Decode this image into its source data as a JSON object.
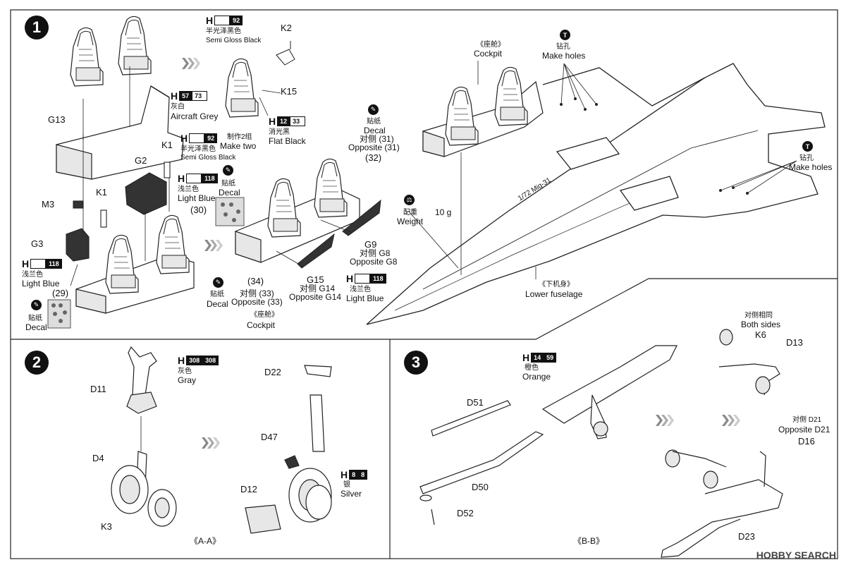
{
  "steps": {
    "one": "1",
    "two": "2",
    "three": "3"
  },
  "step1": {
    "paint_k2": {
      "code": "92",
      "zh": "半光泽黑色",
      "en": "Semi Gloss Black"
    },
    "part_k2": "K2",
    "paint_g13": {
      "code_a": "57",
      "code_b": "73",
      "zh": "灰白",
      "en": "Aircraft Grey"
    },
    "part_k15": "K15",
    "part_g13": "G13",
    "make_two_zh": "制作2组",
    "make_two_en": "Make two",
    "paint_k15": {
      "code_a": "12",
      "code_b": "33",
      "zh": "消光黑",
      "en": "Flat Black"
    },
    "paint_k1": {
      "code": "92",
      "zh": "半光泽黑色",
      "en": "Semi Gloss Black"
    },
    "part_k1_a": "K1",
    "part_g2": "G2",
    "paint_g2": {
      "code": "118",
      "zh": "浅兰色",
      "en": "Light Blue"
    },
    "decal_30": {
      "zh": "贴纸",
      "en": "Decal",
      "num": "(30)"
    },
    "part_m3": "M3",
    "part_k1_b": "K1",
    "part_g3": "G3",
    "paint_g3": {
      "code": "118",
      "zh": "浅兰色",
      "en": "Light Blue"
    },
    "num_29": "(29)",
    "decal_29": {
      "zh": "贴纸",
      "en": "Decal"
    },
    "decal_31": {
      "zh": "贴纸",
      "en": "Decal",
      "opp_zh": "对侧",
      "num": "(31)",
      "opp_en": "Opposite (31)"
    },
    "num_32": "(32)",
    "part_g9": "G9",
    "opp_g8_zh": "对侧",
    "opp_g8_part": "G8",
    "opp_g8_en": "Opposite G8",
    "num_34": "(34)",
    "decal_33": {
      "zh": "贴纸",
      "en": "Decal",
      "opp_zh": "对侧",
      "num": "(33)",
      "opp_en": "Opposite (33)"
    },
    "part_g15": "G15",
    "opp_g14_zh": "对侧",
    "opp_g14_part": "G14",
    "opp_g14_en": "Opposite G14",
    "paint_g15": {
      "code": "118",
      "zh": "浅兰色",
      "en": "Light Blue"
    },
    "cockpit_bottom": {
      "zh": "《座舱》",
      "en": "Cockpit"
    },
    "cockpit_top": {
      "zh": "《座舱》",
      "en": "Cockpit"
    },
    "holes_top": {
      "icon": "T",
      "zh": "钻孔",
      "en": "Make holes"
    },
    "holes_right": {
      "icon": "T",
      "zh": "钻孔",
      "en": "Make holes"
    },
    "weight": {
      "zh": "配重",
      "value": "10 g",
      "en": "Weight"
    },
    "lower_fuselage": {
      "zh": "《下机身》",
      "en": "Lower fuselage"
    },
    "fuselage_marking": "1/72 Mig-31"
  },
  "step2": {
    "paint_d11": {
      "code_a": "308",
      "code_b": "308",
      "zh": "灰色",
      "en": "Gray"
    },
    "part_d11": "D11",
    "part_d4": "D4",
    "part_k3": "K3",
    "section_a": "《A-A》",
    "part_d22": "D22",
    "part_d47": "D47",
    "paint_silver": {
      "code_a": "8",
      "code_b": "8",
      "zh": "银",
      "en": "Silver"
    },
    "part_d12": "D12"
  },
  "step3": {
    "paint_orange": {
      "code_a": "14",
      "code_b": "59",
      "zh": "橙色",
      "en": "Orange"
    },
    "part_d51": "D51",
    "part_d50": "D50",
    "part_d52": "D52",
    "section_b": "《B-B》",
    "both_sides_zh": "对侧相同",
    "both_sides_en": "Both sides",
    "part_k6": "K6",
    "part_d13": "D13",
    "opp_d21_zh": "对侧 D21",
    "opp_d21_en": "Opposite D21",
    "part_d16": "D16",
    "part_d23": "D23"
  },
  "watermark": "HOBBY SEARCH",
  "colors": {
    "ink": "#111111",
    "panel_line": "#333333",
    "paper": "#ffffff"
  },
  "icons": [
    "decal-icon",
    "drill-icon",
    "weight-icon",
    "arrow-chevron-icon"
  ]
}
